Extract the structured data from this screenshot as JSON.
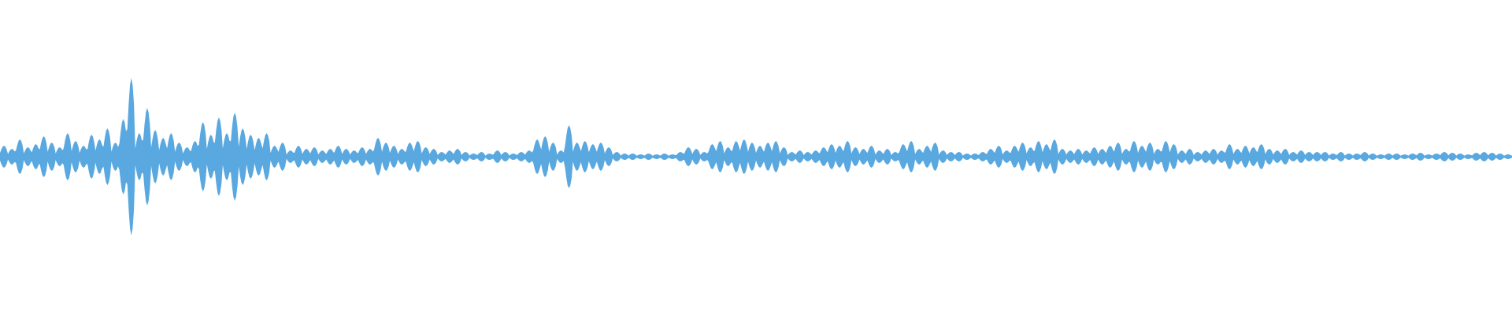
{
  "waveform": {
    "color": "#5aa8e0",
    "background": "#ffffff",
    "envelope_peaks": [
      0.14,
      0.1,
      0.22,
      0.12,
      0.16,
      0.26,
      0.18,
      0.12,
      0.3,
      0.2,
      0.14,
      0.28,
      0.22,
      0.36,
      0.18,
      0.48,
      1.0,
      0.3,
      0.62,
      0.34,
      0.24,
      0.3,
      0.18,
      0.12,
      0.2,
      0.44,
      0.28,
      0.5,
      0.3,
      0.56,
      0.36,
      0.28,
      0.24,
      0.3,
      0.14,
      0.18,
      0.08,
      0.14,
      0.1,
      0.12,
      0.08,
      0.1,
      0.14,
      0.1,
      0.08,
      0.12,
      0.1,
      0.24,
      0.18,
      0.14,
      0.1,
      0.18,
      0.2,
      0.12,
      0.1,
      0.06,
      0.08,
      0.1,
      0.06,
      0.04,
      0.06,
      0.04,
      0.08,
      0.06,
      0.04,
      0.06,
      0.08,
      0.22,
      0.26,
      0.18,
      0.08,
      0.4,
      0.18,
      0.2,
      0.16,
      0.18,
      0.12,
      0.06,
      0.04,
      0.04,
      0.03,
      0.04,
      0.03,
      0.04,
      0.03,
      0.06,
      0.12,
      0.1,
      0.06,
      0.16,
      0.2,
      0.12,
      0.2,
      0.22,
      0.18,
      0.14,
      0.18,
      0.2,
      0.12,
      0.06,
      0.08,
      0.06,
      0.08,
      0.12,
      0.16,
      0.14,
      0.2,
      0.12,
      0.1,
      0.14,
      0.08,
      0.1,
      0.06,
      0.16,
      0.2,
      0.1,
      0.14,
      0.18,
      0.08,
      0.06,
      0.06,
      0.04,
      0.04,
      0.06,
      0.1,
      0.14,
      0.08,
      0.14,
      0.18,
      0.12,
      0.2,
      0.16,
      0.22,
      0.1,
      0.08,
      0.1,
      0.08,
      0.12,
      0.1,
      0.14,
      0.18,
      0.1,
      0.2,
      0.14,
      0.18,
      0.1,
      0.2,
      0.16,
      0.08,
      0.1,
      0.06,
      0.08,
      0.1,
      0.08,
      0.16,
      0.1,
      0.14,
      0.12,
      0.16,
      0.1,
      0.08,
      0.1,
      0.06,
      0.08,
      0.06,
      0.06,
      0.06,
      0.04,
      0.06,
      0.04,
      0.04,
      0.06,
      0.04,
      0.03,
      0.04,
      0.04,
      0.03,
      0.04,
      0.05,
      0.03,
      0.04,
      0.06,
      0.05,
      0.04,
      0.03,
      0.05,
      0.06,
      0.05,
      0.04,
      0.03
    ]
  }
}
